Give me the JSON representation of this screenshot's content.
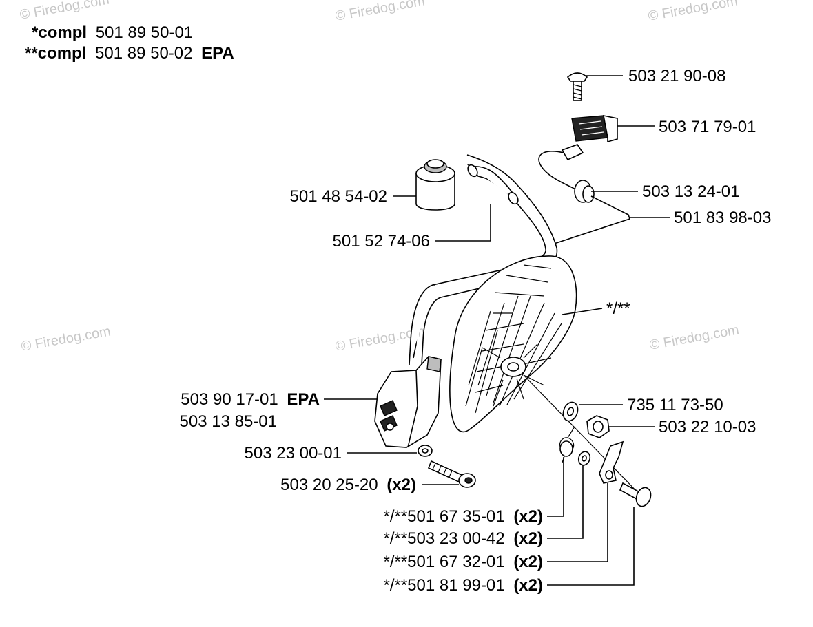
{
  "watermark": "© Firedog.com",
  "legend": {
    "line1": {
      "prefix": "*compl",
      "number": "501 89 50-01"
    },
    "line2": {
      "prefix": "**compl",
      "number": "501 89 50-02",
      "suffix": "EPA"
    }
  },
  "callouts": {
    "screw_top": "503 21 90-08",
    "switch": "503 71 79-01",
    "grommet": "503 13 24-01",
    "wire": "501 83 98-03",
    "cap": "501 48 54-02",
    "tube": "501 52 74-06",
    "flywheel": "*/**",
    "washer": "735 11 73-50",
    "nut": "503 22 10-03",
    "module_a": {
      "number": "503 90 17-01",
      "suffix": "EPA"
    },
    "module_b": "503 13 85-01",
    "washer_small": "503 23 00-01",
    "bolt": {
      "number": "503 20 25-20",
      "qty": "(x2)"
    },
    "spring": {
      "prefix": "*/**",
      "number": "501 67 35-01",
      "qty": "(x2)"
    },
    "washer_pawl": {
      "prefix": "*/**",
      "number": "503 23 00-42",
      "qty": "(x2)"
    },
    "pawl": {
      "prefix": "*/**",
      "number": "501 67 32-01",
      "qty": "(x2)"
    },
    "pin": {
      "prefix": "*/**",
      "number": "501 81 99-01",
      "qty": "(x2)"
    }
  }
}
